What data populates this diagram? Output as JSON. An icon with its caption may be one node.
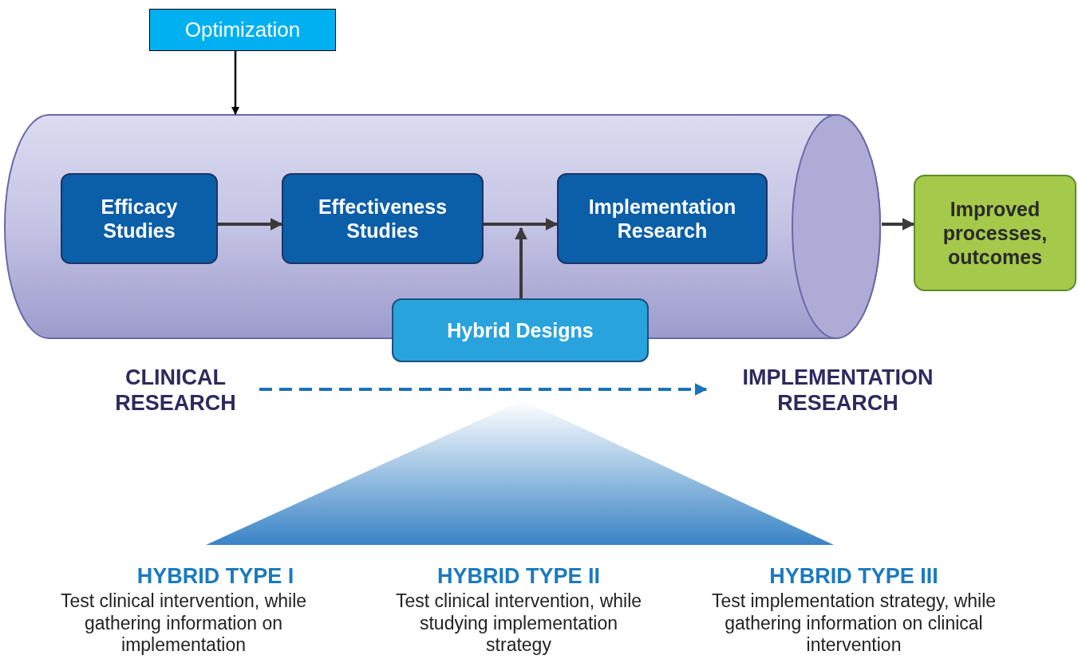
{
  "diagram": {
    "nodes": [
      {
        "text": [
          "Optimization"
        ]
      },
      {
        "text": [],
        "shape": "cylinder"
      },
      {
        "text": [
          "Efficacy Studies"
        ],
        "in": 1
      },
      {
        "text": [
          "Effectiveness Studies"
        ],
        "in": 1
      },
      {
        "text": [
          "Implementation Research"
        ],
        "in": 1
      },
      {
        "text": [
          "Hybrid Designs"
        ]
      },
      {
        "text": [
          "Improved processes, outcomes"
        ]
      },
      {
        "text": [
          "CLINICAL RESEARCH"
        ]
      },
      {
        "text": [
          "IMPLEMENTATION RESEARCH"
        ]
      }
    ],
    "edges": [
      {
        "from": 0,
        "to": 1,
        "arrow": "to",
        "color": "#000000"
      },
      {
        "from": 2,
        "to": 3,
        "arrow": "to"
      },
      {
        "from": 3,
        "to": 4,
        "arrow": "to"
      },
      {
        "from": 5,
        "to": null,
        "arrow": "to"
      },
      {
        "from": 1,
        "to": 6,
        "arrow": "to"
      },
      {
        "from": 7,
        "to": 8,
        "arrow": "to",
        "style": "dashed",
        "color": "#1a73b8"
      }
    ],
    "labels": [
      "HYBRID TYPE I",
      "Test clinical intervention, while gathering information on implementation",
      "HYBRID TYPE II",
      "Test clinical intervention, while studying implementation strategy",
      "HYBRID TYPE III",
      "Test implementation strategy, while gathering information on clinical intervention"
    ]
  }
}
